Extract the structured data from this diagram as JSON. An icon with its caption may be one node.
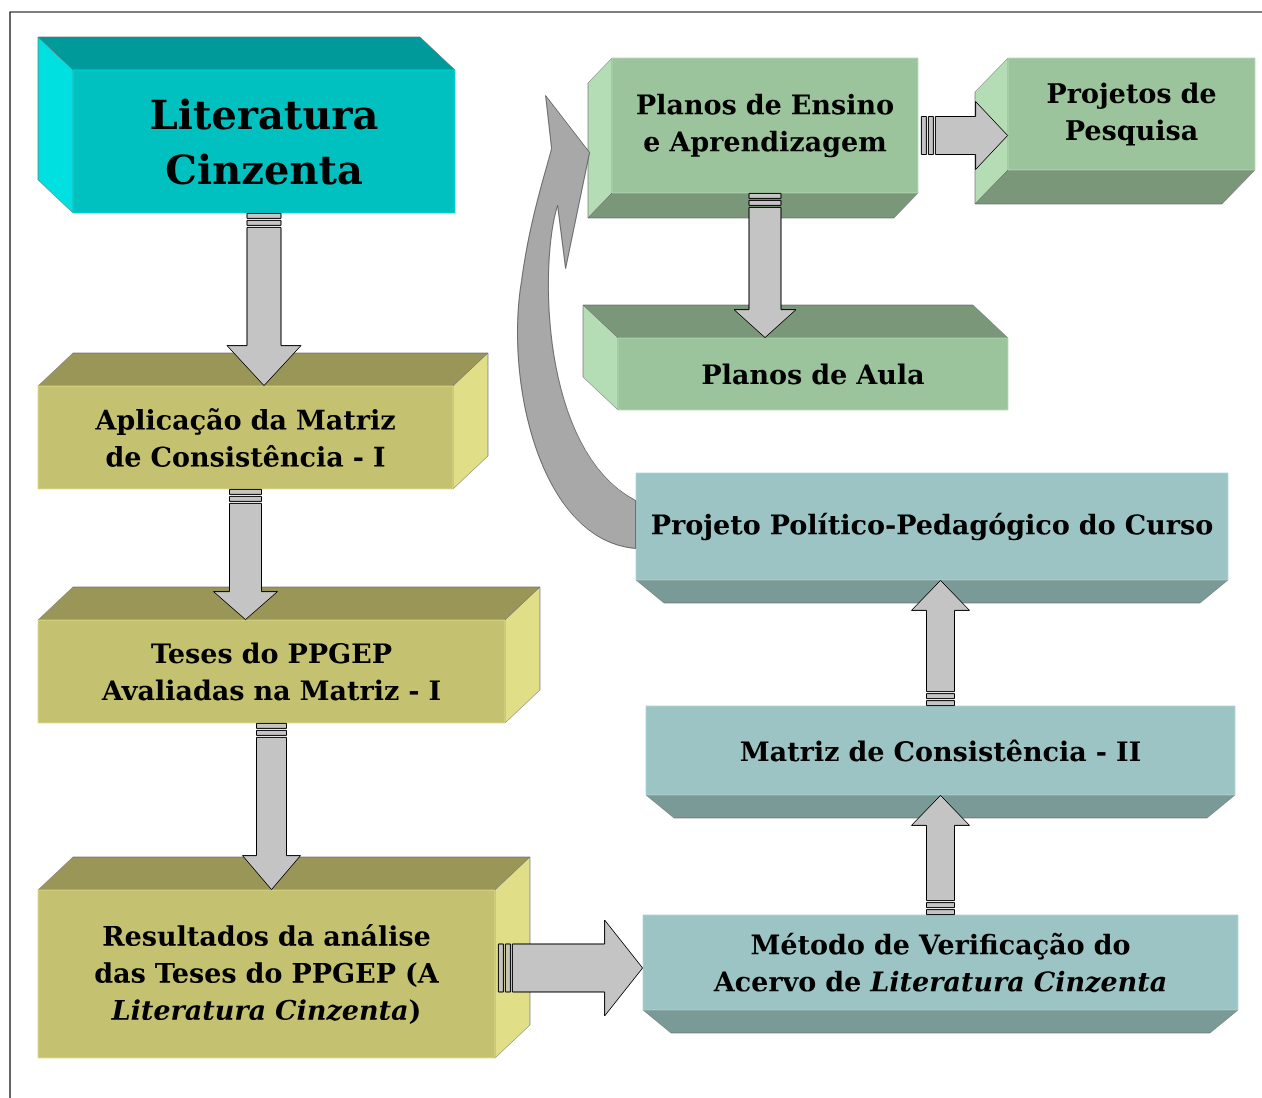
{
  "diagram": {
    "nodes": [
      {
        "text": [
          "Literatura Cinzenta"
        ]
      },
      {
        "text": [
          "Aplicação da Matriz de Consistência - I"
        ]
      },
      {
        "text": [
          "Teses do PPGEP Avaliadas na Matriz - I"
        ]
      },
      {
        "text": [
          "Resultados da análise das Teses do PPGEP (A *Literatura Cinzenta*)"
        ]
      },
      {
        "text": [
          "Método de Verificação do Acervo de *Literatura Cinzenta*"
        ]
      },
      {
        "text": [
          "Matriz de Consistência - II"
        ]
      },
      {
        "text": [
          "Projeto Político-Pedagógico do Curso"
        ]
      },
      {
        "text": [
          "Planos de Ensino e Aprendizagem"
        ]
      },
      {
        "text": [
          "Projetos de Pesquisa"
        ]
      },
      {
        "text": [
          "Planos de Aula"
        ]
      }
    ],
    "edges": [
      {
        "from": 0,
        "to": 1,
        "arrow": "to"
      },
      {
        "from": 1,
        "to": 2,
        "arrow": "to"
      },
      {
        "from": 2,
        "to": 3,
        "arrow": "to"
      },
      {
        "from": 3,
        "to": 4,
        "arrow": "to"
      },
      {
        "from": 4,
        "to": 5,
        "arrow": "to"
      },
      {
        "from": 5,
        "to": 6,
        "arrow": "to"
      },
      {
        "from": 6,
        "to": 7,
        "arrow": "to"
      },
      {
        "from": 7,
        "to": 8,
        "arrow": "to"
      },
      {
        "from": 7,
        "to": 9,
        "arrow": "to"
      }
    ]
  }
}
